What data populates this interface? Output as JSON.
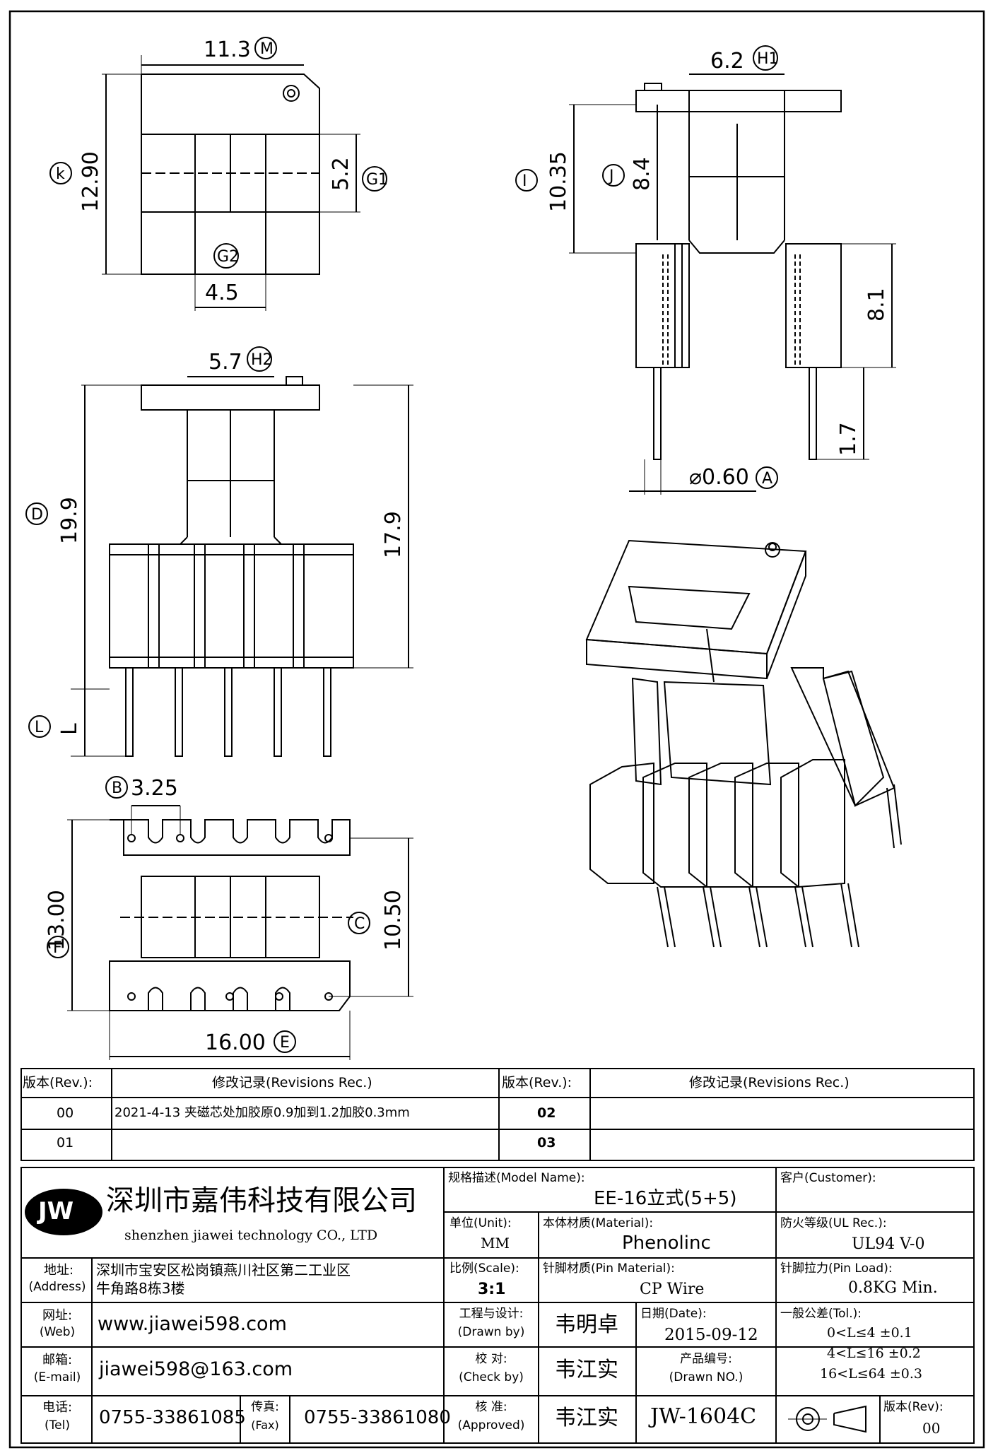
{
  "drawing": {
    "top_view": {
      "dim_m": "11.3",
      "tag_m": "M",
      "dim_k": "12.90",
      "tag_k": "k",
      "dim_g1": "5.2",
      "tag_g1": "G1",
      "dim_g2": "4.5",
      "tag_g2": "G2"
    },
    "side_view": {
      "dim_h1": "6.2",
      "tag_h1": "H1",
      "dim_i": "10.35",
      "tag_i": "I",
      "dim_j": "8.4",
      "tag_j": "J",
      "dim_81": "8.1",
      "dim_17": "1.7",
      "dim_pin": "⌀0.60",
      "tag_a": "A"
    },
    "front_view": {
      "dim_h2": "5.7",
      "tag_h2": "H2",
      "dim_d": "19.9",
      "tag_d": "D",
      "dim_179": "17.9",
      "tag_l": "L",
      "dim_l": "L"
    },
    "bottom_view": {
      "dim_b": "3.25",
      "tag_b": "B",
      "dim_f": "13.00",
      "tag_f": "F",
      "dim_c": "10.50",
      "tag_c": "C",
      "dim_e": "16.00",
      "tag_e": "E"
    }
  },
  "revisions": {
    "col_rev": "版本(Rev.):",
    "col_rec": "修改记录(Revisions Rec.)",
    "rows_left": [
      {
        "rev": "00",
        "rec": "2021-4-13 夹磁芯处加胶原0.9加到1.2加胶0.3mm"
      },
      {
        "rev": "01",
        "rec": ""
      }
    ],
    "rows_right": [
      {
        "rev": "02",
        "rec": ""
      },
      {
        "rev": "03",
        "rec": ""
      }
    ]
  },
  "title_block": {
    "logo": "JW",
    "company_cn": "深圳市嘉伟科技有限公司",
    "company_en": "shenzhen  jiawei  technology  CO., LTD",
    "model_label": "规格描述(Model Name):",
    "model_value": "EE-16立式(5+5)",
    "customer_label": "客户(Customer):",
    "customer_value": "",
    "unit_label": "单位(Unit):",
    "unit_value": "MM",
    "material_label": "本体材质(Material):",
    "material_value": "Phenolinc",
    "ul_label": "防火等级(UL Rec.):",
    "ul_value": "UL94 V-0",
    "address_label": "地址:",
    "address_label_en": "(Address)",
    "address_line1": "深圳市宝安区松岗镇燕川社区第二工业区",
    "address_line2": "牛角路8栋3楼",
    "scale_label": "比例(Scale):",
    "scale_value": "3:1",
    "pin_material_label": "针脚材质(Pin Material):",
    "pin_material_value": "CP Wire",
    "pin_load_label": "针脚拉力(Pin Load):",
    "pin_load_value": "0.8KG Min.",
    "web_label": "网址:",
    "web_label_en": "(Web)",
    "web_value": "www.jiawei598.com",
    "drawn_label": "工程与设计:",
    "drawn_label_en": "(Drawn by)",
    "drawn_value": "韦明卓",
    "date_label": "日期(Date):",
    "date_value": "2015-09-12",
    "tol_label": "一般公差(Tol.):",
    "tol_rows": [
      "0<L≤4    ±0.1",
      "4<L≤16   ±0.2",
      "16<L≤64  ±0.3"
    ],
    "email_label": "邮箱:",
    "email_label_en": "(E-mail)",
    "email_value": "jiawei598@163.com",
    "check_label": "校  对:",
    "check_label_en": "(Check by)",
    "check_value": "韦江实",
    "drawing_no_label": "产品编号:",
    "drawing_no_label_en": "(Drawn NO.)",
    "tel_label": "电话:",
    "tel_label_en": "(Tel)",
    "tel_value": "0755-33861085",
    "fax_label": "传真:",
    "fax_label_en": "(Fax)",
    "fax_value": "0755-33861080",
    "approved_label": "核  准:",
    "approved_label_en": "(Approved)",
    "approved_value": "韦江实",
    "drawing_no_value": "JW-1604C",
    "rev_label": "版本(Rev):",
    "rev_value": "00"
  }
}
